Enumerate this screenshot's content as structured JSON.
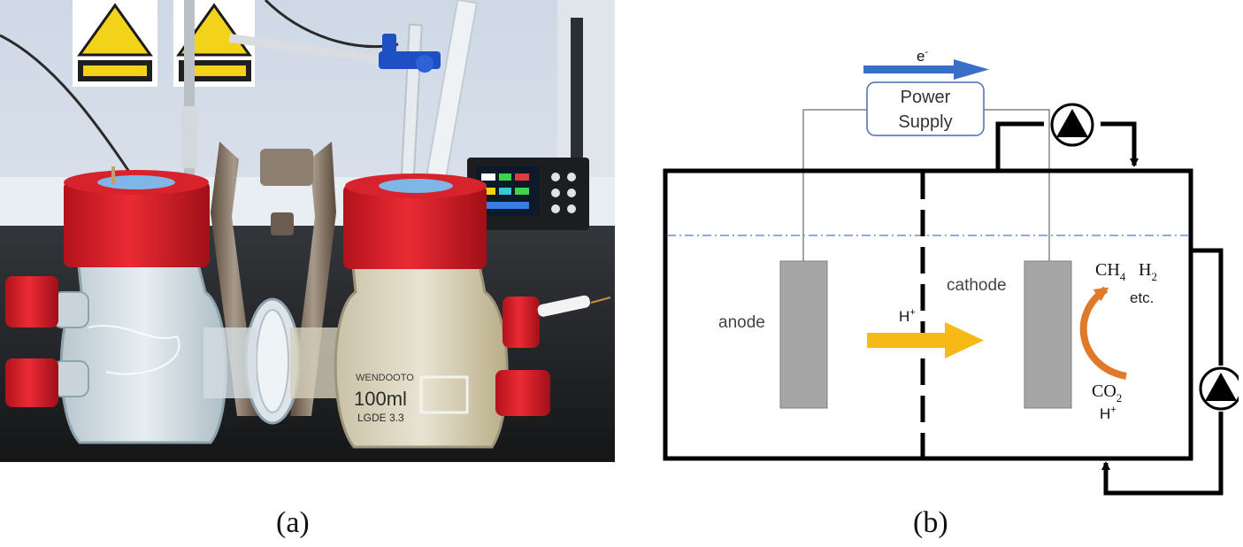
{
  "captions": {
    "a": "(a)",
    "b": "(b)"
  },
  "photo": {
    "flask_text": {
      "brand": "WENDOOTO",
      "volume": "100ml",
      "glass": "LGDE 3.3"
    }
  },
  "diagram": {
    "electron": "e",
    "electron_sup": "-",
    "power_supply_line1": "Power",
    "power_supply_line2": "Supply",
    "anode": "anode",
    "cathode": "cathode",
    "proton": "H",
    "proton_sup": "+",
    "ch4": "CH",
    "ch4_sub": "4",
    "h2": "H",
    "h2_sub": "2",
    "etc": "etc.",
    "co2": "CO",
    "co2_sub": "2",
    "h_plus": "H",
    "h_plus_sup": "+",
    "colors": {
      "electron_arrow": "#3a6fc8",
      "proton_arrow": "#f6b915",
      "reaction_arrow": "#e07a2a",
      "electrode": "#a6a6a6",
      "water_line": "#6b8fd4",
      "power_box_border": "#4a6cb4"
    }
  }
}
